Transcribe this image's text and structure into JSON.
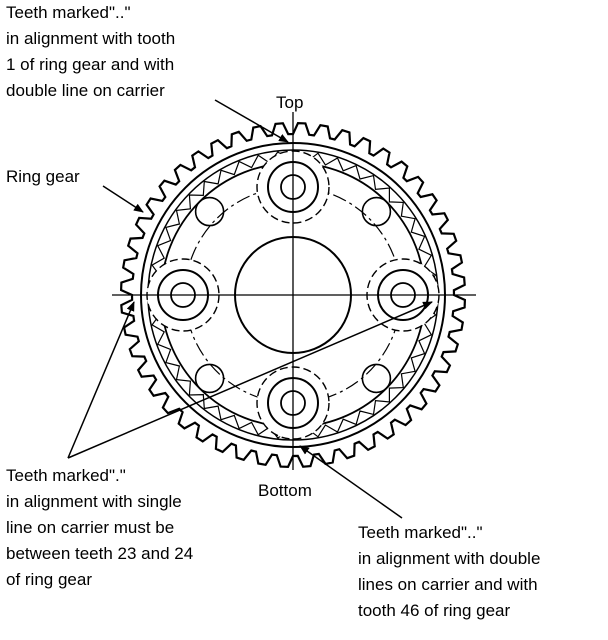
{
  "labels": {
    "top_left": [
      "Teeth marked\"..\"",
      "in alignment with tooth",
      "1 of ring gear and with",
      "double line on carrier"
    ],
    "top": "Top",
    "ring_gear": "Ring gear",
    "bottom": "Bottom",
    "bottom_left": [
      "Teeth marked\".\"",
      "in alignment with single",
      "line on carrier must be",
      "between teeth 23 and 24",
      "of ring gear"
    ],
    "bottom_right": [
      "Teeth marked\"..\"",
      "in alignment with double",
      "lines on carrier and with",
      "tooth 46 of ring gear"
    ]
  },
  "colors": {
    "ink": "#000000",
    "background": "#ffffff"
  }
}
